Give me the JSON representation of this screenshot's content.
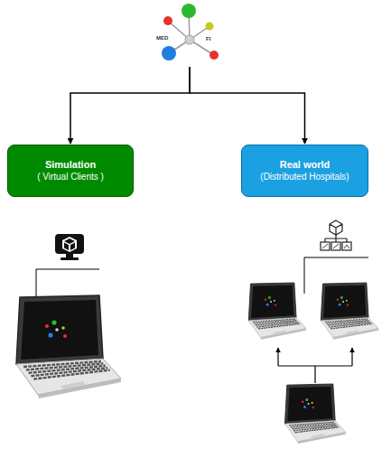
{
  "diagram": {
    "nodes": [
      {
        "text": [
          "MED",
          "FI"
        ]
      },
      {
        "text": [
          "Simulation",
          "( Virtual Clients )"
        ]
      },
      {
        "text": [
          "Real world",
          "(Distributed Hospitals)"
        ]
      }
    ],
    "edges": [
      {
        "from": 0,
        "to": 1,
        "arrow": "to"
      },
      {
        "from": 0,
        "to": 2,
        "arrow": "to"
      }
    ]
  }
}
